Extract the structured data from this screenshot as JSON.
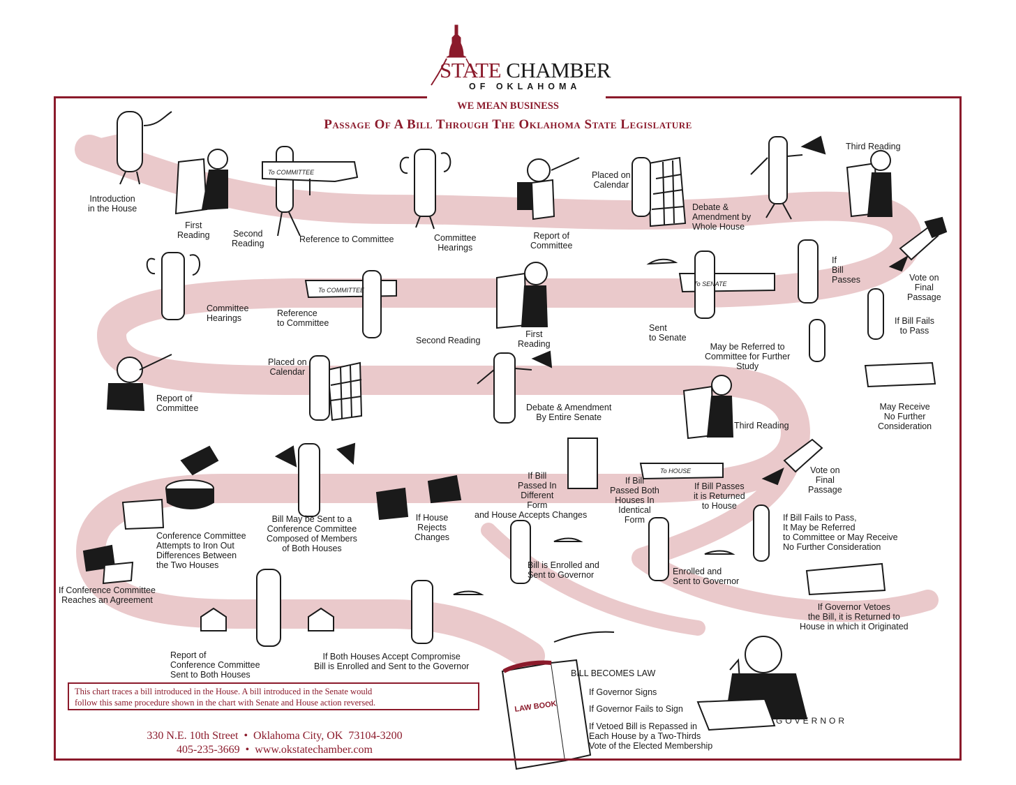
{
  "header": {
    "brand_state": "STATE",
    "brand_chamber": "CHAMBER",
    "brand_sub": "OF OKLAHOMA",
    "motto": "WE MEAN BUSINESS",
    "title": "Passage Of A Bill Through The Oklahoma State Legislature"
  },
  "signs": {
    "to_committee": "To COMMITTEE",
    "to_committee_2": "To COMMITTEE",
    "to_senate": "To SENATE",
    "to_house": "To HOUSE",
    "law_book": "LAW BOOK"
  },
  "labels": {
    "intro_house": "Introduction\nin the House",
    "first_reading_h": "First\nReading",
    "second_reading_h": "Second\nReading",
    "reference_committee_h": "Reference to Committee",
    "committee_hearings_h": "Committee\nHearings",
    "report_committee_h": "Report of\nCommittee",
    "placed_calendar_h": "Placed on\nCalendar",
    "debate_house": "Debate &\nAmendment by\nWhole House",
    "third_reading_h": "Third Reading",
    "if_bill_passes": "If\nBill\nPasses",
    "vote_final_h": "Vote on\nFinal\nPassage",
    "if_bill_fails": "If Bill Fails\nto Pass",
    "sent_senate": "Sent\nto Senate",
    "first_reading_s": "First\nReading",
    "second_reading_s": "Second Reading",
    "reference_committee_s": "Reference\nto Committee",
    "committee_hearings_s": "Committee\nHearings",
    "may_be_referred": "May be Referred to\nCommittee for Further\nStudy",
    "may_receive": "May Receive\nNo Further\nConsideration",
    "report_committee_s": "Report of\nCommittee",
    "placed_calendar_s": "Placed on\nCalendar",
    "debate_senate": "Debate & Amendment\nBy Entire Senate",
    "third_reading_s": "Third Reading",
    "vote_final_s": "Vote on\nFinal\nPassage",
    "if_passes_returned": "If Bill Passes\nit is Returned\nto House",
    "passed_both": "If Bill\nPassed Both\nHouses In\nIdentical\nForm",
    "passed_different": "If Bill\nPassed In\nDifferent\nForm",
    "house_accepts": "and House Accepts Changes",
    "house_rejects": "If House\nRejects\nChanges",
    "sent_conference": "Bill May be Sent to a\nConference Committee\nComposed of Members\nof Both Houses",
    "conference_attempts": "Conference Committee\nAttempts to Iron Out\nDifferences Between\nthe Two Houses",
    "conference_agreement": "If Conference Committee\nReaches an Agreement",
    "report_conference": "Report of\nConference Committee\nSent to Both Houses",
    "both_accept": "If Both Houses Accept Compromise\nBill is Enrolled and Sent to the Governor",
    "enrolled_governor_1": "Bill is Enrolled and\nSent to Governor",
    "enrolled_governor_2": "Enrolled and\nSent to Governor",
    "fails_referred": "If Bill Fails to Pass,\nIt May be Referred\nto Committee or May Receive\nNo Further Consideration",
    "governor_vetoes": "If Governor Vetoes\nthe Bill, it is Returned to\nHouse in which it Originated",
    "becomes_law": "BILL BECOMES LAW",
    "gov_signs": "If Governor Signs",
    "gov_fails_sign": "If Governor Fails to Sign",
    "vetoed_repassed": "If Vetoed Bill is Repassed in\nEach House by a Two-Thirds\nVote of the Elected Membership",
    "governor": "GOVERNOR"
  },
  "footer": {
    "note": "This chart traces a bill introduced in the House. A bill introduced in the Senate would\nfollow this same procedure shown in the chart with Senate and House action reversed.",
    "address": "330 N.E. 10th Street  •  Oklahoma City, OK  73104-3200",
    "phone_web": "405-235-3669  •  www.okstatechamber.com"
  },
  "colors": {
    "brand": "#8b1a2b",
    "path": "#eac9cb"
  }
}
